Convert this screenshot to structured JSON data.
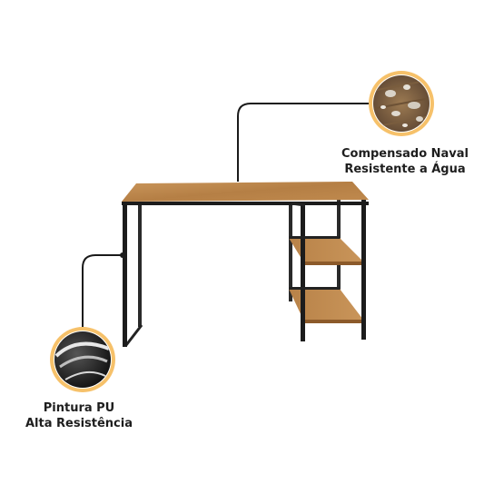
{
  "features": [
    {
      "line1": "Compensado Naval",
      "line2": "Resistente a Água"
    },
    {
      "line1": "Pintura PU",
      "line2": "Alta Resistência"
    }
  ],
  "colors": {
    "accent_ring": "#f6c16a",
    "frame": "#1c1c1c",
    "wood": "#c08a4e",
    "wood_dark": "#9e6b34"
  },
  "icons": [
    "water-drops-on-wood-icon",
    "glossy-black-paint-icon"
  ]
}
